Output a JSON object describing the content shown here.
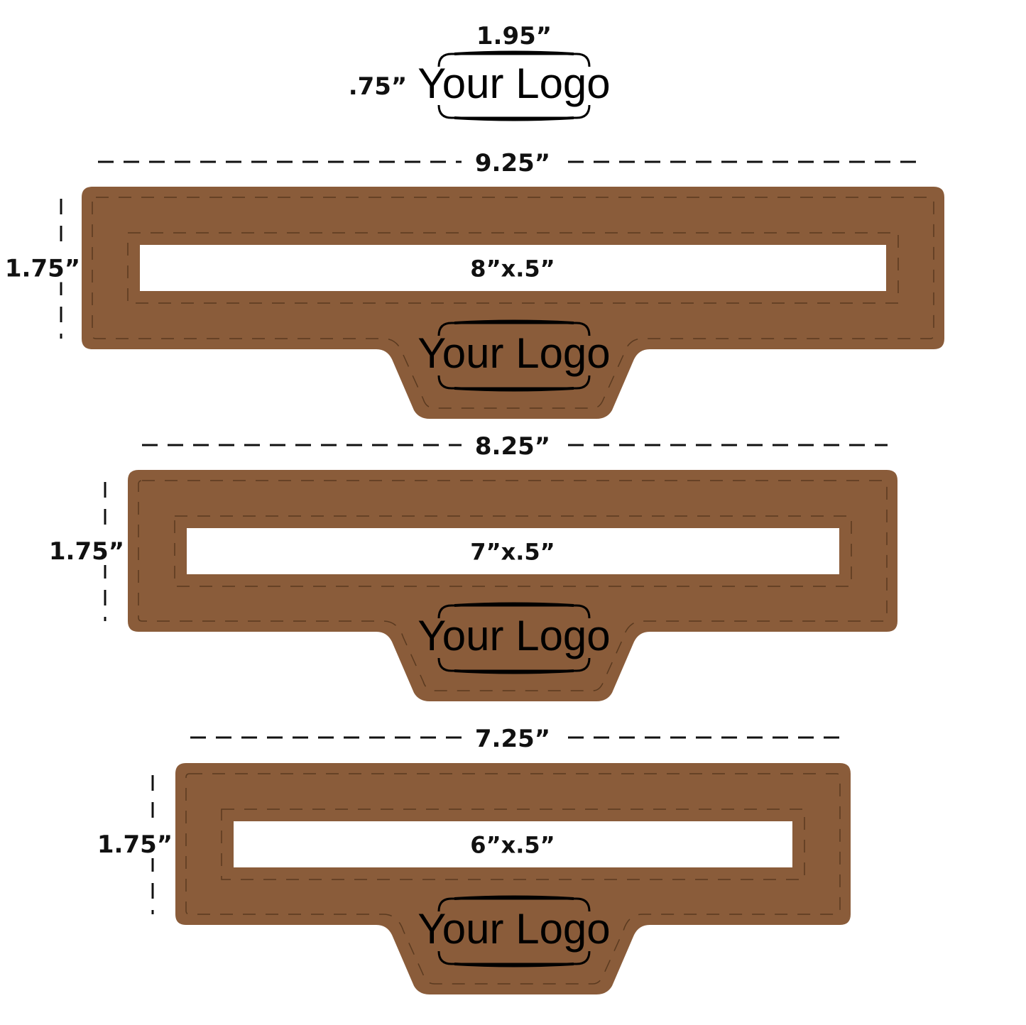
{
  "colors": {
    "leather": "#8a5c3a",
    "stitch": "#5a3a20",
    "window": "#ffffff"
  },
  "logo_spec": {
    "width_label": "1.95”",
    "height_label": ".75”",
    "logo_text": "Your Logo"
  },
  "patches": [
    {
      "width_label": "9.25”",
      "height_label": "1.75”",
      "window_label": "8”x.5”",
      "logo_text": "Your Logo"
    },
    {
      "width_label": "8.25”",
      "height_label": "1.75”",
      "window_label": "7”x.5”",
      "logo_text": "Your Logo"
    },
    {
      "width_label": "7.25”",
      "height_label": "1.75”",
      "window_label": "6”x.5”",
      "logo_text": "Your Logo"
    }
  ]
}
